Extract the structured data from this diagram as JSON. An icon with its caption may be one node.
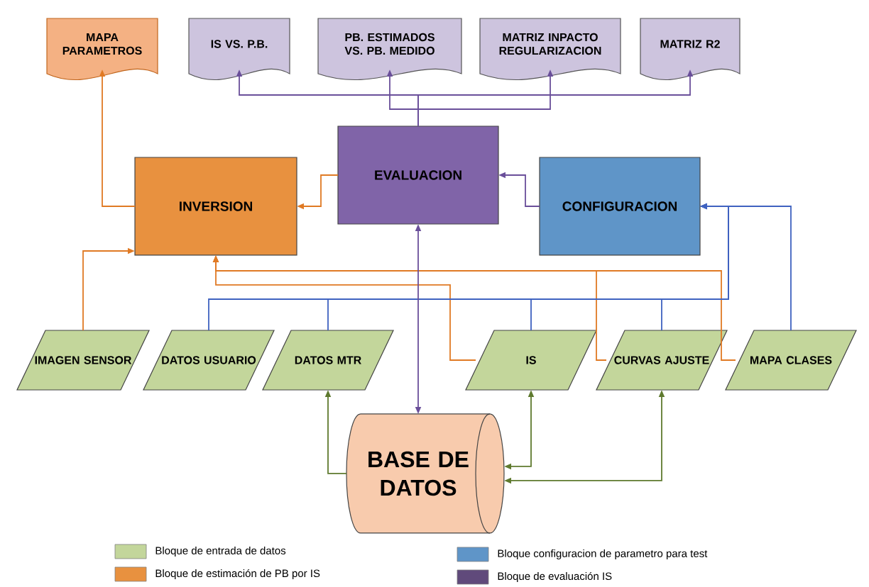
{
  "diagram": {
    "nodes": [
      {
        "text": [
          "MAPA PARAMETROS"
        ]
      },
      {
        "text": [
          "IS VS. P.B."
        ]
      },
      {
        "text": [
          "PB. ESTIMADOS VS. PB. MEDIDO"
        ]
      },
      {
        "text": [
          "MATRIZ INPACTO REGULARIZACION"
        ]
      },
      {
        "text": [
          "MATRIZ R2"
        ]
      },
      {
        "text": [
          "INVERSION"
        ]
      },
      {
        "text": [
          "EVALUACION"
        ]
      },
      {
        "text": [
          "CONFIGURACION"
        ]
      },
      {
        "text": [
          "IMAGEN SENSOR"
        ]
      },
      {
        "text": [
          "DATOS USUARIO"
        ]
      },
      {
        "text": [
          "DATOS MTR"
        ]
      },
      {
        "text": [
          "IS"
        ]
      },
      {
        "text": [
          "CURVAS AJUSTE"
        ]
      },
      {
        "text": [
          "MAPA CLASES"
        ]
      },
      {
        "text": [
          "BASE DE DATOS"
        ]
      }
    ],
    "edges": [
      {
        "from": 5,
        "to": 0,
        "arrow": "to",
        "color": "#e07a24"
      },
      {
        "from": 6,
        "to": 5,
        "arrow": "to",
        "color": "#e07a24"
      },
      {
        "from": 6,
        "to": 1,
        "arrow": "to",
        "color": "#6a4f9a"
      },
      {
        "from": 6,
        "to": 2,
        "arrow": "to",
        "color": "#6a4f9a"
      },
      {
        "from": 6,
        "to": 3,
        "arrow": "to",
        "color": "#6a4f9a"
      },
      {
        "from": 6,
        "to": 4,
        "arrow": "to",
        "color": "#6a4f9a"
      },
      {
        "from": 7,
        "to": 6,
        "arrow": "to",
        "color": "#6a4f9a"
      },
      {
        "from": 8,
        "to": 5,
        "arrow": "to",
        "color": "#e07a24"
      },
      {
        "from": 11,
        "to": 5,
        "arrow": "to",
        "color": "#e07a24"
      },
      {
        "from": 12,
        "to": 5,
        "arrow": "to",
        "color": "#e07a24"
      },
      {
        "from": 13,
        "to": 5,
        "arrow": "to",
        "color": "#e07a24"
      },
      {
        "from": 9,
        "to": 7,
        "arrow": "to",
        "color": "#3f62c0"
      },
      {
        "from": 10,
        "to": 7,
        "arrow": "to",
        "color": "#3f62c0"
      },
      {
        "from": 11,
        "to": 7,
        "arrow": "to",
        "color": "#3f62c0"
      },
      {
        "from": 12,
        "to": 7,
        "arrow": "to",
        "color": "#3f62c0"
      },
      {
        "from": 13,
        "to": 7,
        "arrow": "to",
        "color": "#3f62c0"
      },
      {
        "from": 14,
        "to": 6,
        "arrow": "both",
        "color": "#6a4f9a"
      },
      {
        "from": 14,
        "to": 10,
        "arrow": "to",
        "color": "#5f7a2f"
      },
      {
        "from": 14,
        "to": 11,
        "arrow": "both",
        "color": "#5f7a2f"
      },
      {
        "from": 14,
        "to": 12,
        "arrow": "both",
        "color": "#5f7a2f"
      }
    ],
    "legend": [
      {
        "text": "Bloque de entrada de datos",
        "color": "#c3d69b"
      },
      {
        "text": "Bloque de estimación de PB por IS",
        "color": "#e8913f"
      },
      {
        "text": "Bloque configuracion de parametro para test",
        "color": "#5f95c8"
      },
      {
        "text": "Bloque de evaluación IS",
        "color": "#604a7b"
      }
    ]
  }
}
